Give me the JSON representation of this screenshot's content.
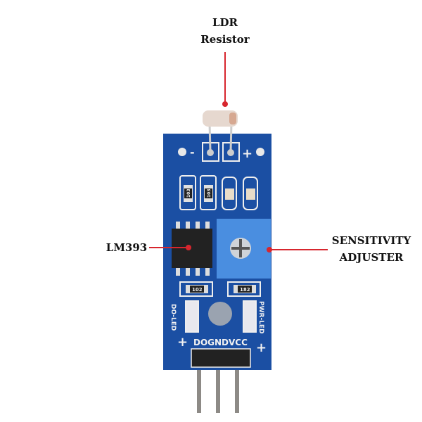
{
  "callouts": {
    "ldr": {
      "line1": "LDR",
      "line2": "Resistor"
    },
    "lm393": "LM393",
    "sensitivity": {
      "line1": "SENSITIVITY",
      "line2": "ADJUSTER"
    }
  },
  "board": {
    "minus": "-",
    "plus": "+",
    "resistors_top": [
      "103",
      "103"
    ],
    "resistors_bottom": [
      "102",
      "182"
    ],
    "do_led": "DO-LED",
    "pwr_led": "PWR-LED",
    "pins": "DOGNDVCC",
    "led_plus_left": "+",
    "led_plus_right": "+"
  },
  "colors": {
    "board": "#1b4fa3",
    "callout": "#d7262e",
    "potentiometer": "#4a8ee0"
  }
}
